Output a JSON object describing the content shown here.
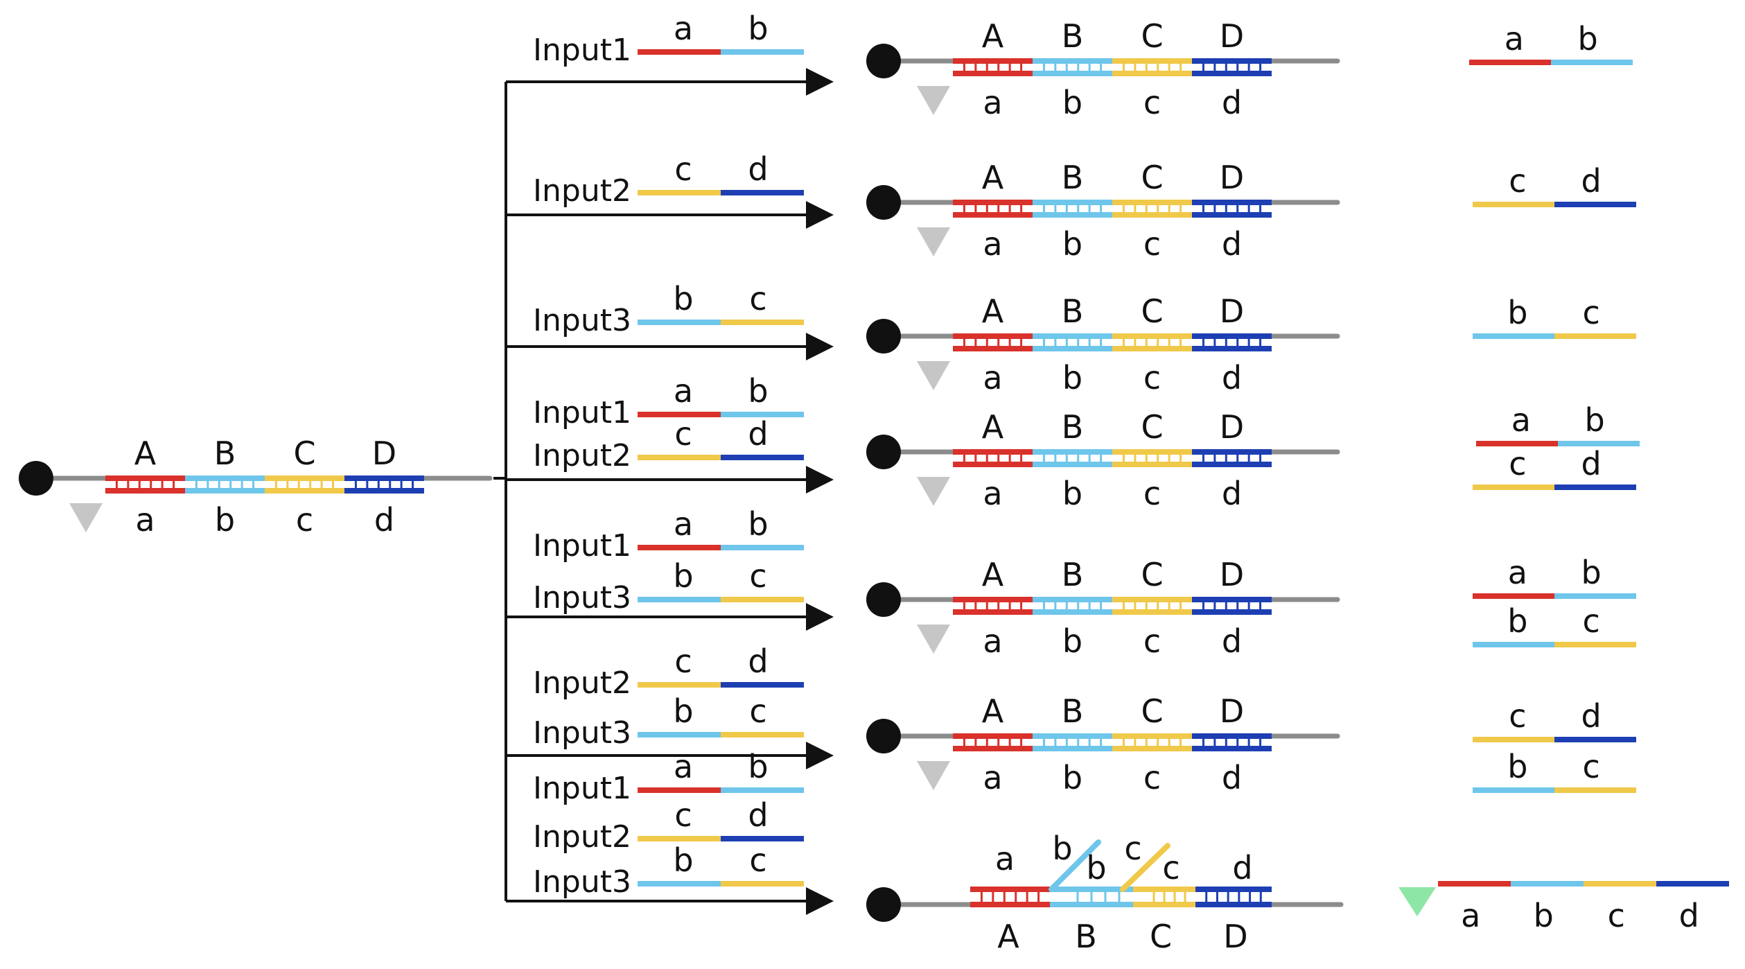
{
  "colors": {
    "a": "#d9312b",
    "b": "#6ec6ea",
    "c": "#f0c94a",
    "d": "#1d3fb3",
    "backbone": "#8c8c8c",
    "arrow": "#111111",
    "quencher": "#111111",
    "fluor_off": "#c6c6c6",
    "fluor_on": "#8ee6a6"
  },
  "domains_upper": [
    "A",
    "B",
    "C",
    "D"
  ],
  "domains_lower": [
    "a",
    "b",
    "c",
    "d"
  ],
  "inputs": {
    "input1": {
      "name": "Input1",
      "left": "a",
      "right": "b"
    },
    "input2": {
      "name": "Input2",
      "left": "c",
      "right": "d"
    },
    "input3": {
      "name": "Input3",
      "left": "b",
      "right": "c"
    }
  },
  "rows": [
    {
      "inputs": [
        "Input1"
      ],
      "waste": [
        [
          "a",
          "b"
        ]
      ]
    },
    {
      "inputs": [
        "Input2"
      ],
      "waste": [
        [
          "c",
          "d"
        ]
      ]
    },
    {
      "inputs": [
        "Input3"
      ],
      "waste": [
        [
          "b",
          "c"
        ]
      ]
    },
    {
      "inputs": [
        "Input1",
        "Input2"
      ],
      "waste": [
        [
          "a",
          "b"
        ],
        [
          "c",
          "d"
        ]
      ]
    },
    {
      "inputs": [
        "Input1",
        "Input3"
      ],
      "waste": [
        [
          "a",
          "b"
        ],
        [
          "b",
          "c"
        ]
      ]
    },
    {
      "inputs": [
        "Input2",
        "Input3"
      ],
      "waste": [
        [
          "c",
          "d"
        ],
        [
          "b",
          "c"
        ]
      ]
    },
    {
      "inputs": [
        "Input1",
        "Input2",
        "Input3"
      ],
      "result": "released"
    }
  ],
  "released_strand": [
    "a",
    "b",
    "c",
    "d"
  ],
  "final_complex": {
    "top_labels": [
      "a",
      "b",
      "b",
      "c",
      "c",
      "d"
    ],
    "bottom_labels": [
      "A",
      "B",
      "C",
      "D"
    ]
  }
}
